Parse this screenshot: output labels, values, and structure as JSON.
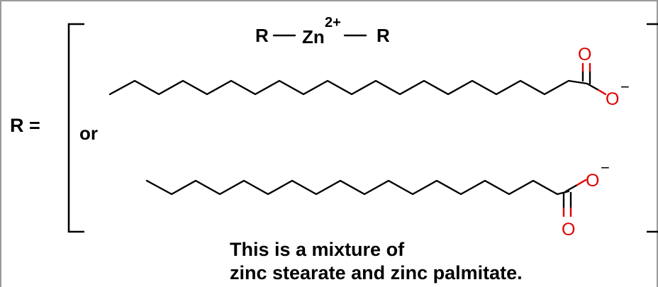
{
  "formula": {
    "r_left": "R",
    "zn": "Zn",
    "zn_charge": "2+",
    "r_right": "R"
  },
  "definition": {
    "r_equals": "R =",
    "or_label": "or"
  },
  "stearate": {
    "carbonyl_oxygen": "O",
    "anion_oxygen": "O",
    "anion_charge": "−"
  },
  "palmitate": {
    "carbonyl_oxygen": "O",
    "anion_oxygen": "O",
    "anion_charge": "−"
  },
  "caption": {
    "line1": "This is a mixture of",
    "line2": "zinc stearate and zinc palmitate."
  },
  "colors": {
    "oxygen": "#e00000",
    "text": "#000000",
    "frame": "#9a9a9a"
  }
}
